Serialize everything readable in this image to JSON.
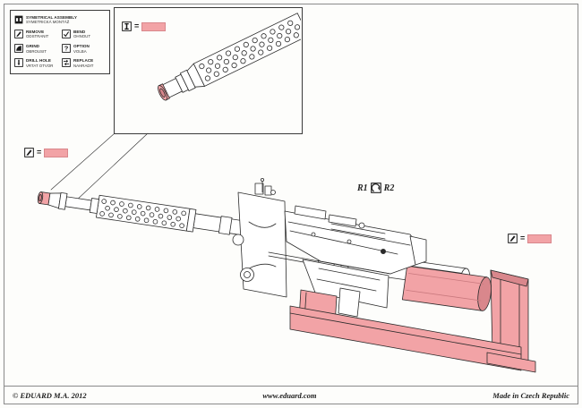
{
  "theme": {
    "pink": "#f2a3a6",
    "pink_dark": "#d9878c",
    "line": "#2b2b2b",
    "paper": "#fdfdfb"
  },
  "legend": {
    "items": [
      {
        "icon": "symmetrical-assembly-icon",
        "en": "SYMETRICAL ASSEMBLY",
        "cz": "SYMETRICKÁ MONTÁŽ"
      },
      {
        "icon": "remove-icon",
        "en": "REMOVE",
        "cz": "ODSTRANIT"
      },
      {
        "icon": "bend-icon",
        "en": "BEND",
        "cz": "OHNOUT"
      },
      {
        "icon": "grind-icon",
        "en": "GRIND",
        "cz": "OBROUSIT"
      },
      {
        "icon": "option-icon",
        "en": "OPTION",
        "cz": "VOLBA"
      },
      {
        "icon": "drill-hole-icon",
        "en": "DRILL HOLE",
        "cz": "VRTAT OTVOR"
      },
      {
        "icon": "replace-icon",
        "en": "REPLACE",
        "cz": "NAHRADIT"
      }
    ]
  },
  "color_notes": [
    {
      "position": "detail-inset",
      "eq": "="
    },
    {
      "position": "left",
      "eq": "="
    },
    {
      "position": "right",
      "eq": "="
    }
  ],
  "labels": {
    "r1": "R1",
    "r2": "R2"
  },
  "footer": {
    "copyright": "© EDUARD  M.A. 2012",
    "website": "www.eduard.com",
    "made_in": "Made in Czech Republic"
  }
}
